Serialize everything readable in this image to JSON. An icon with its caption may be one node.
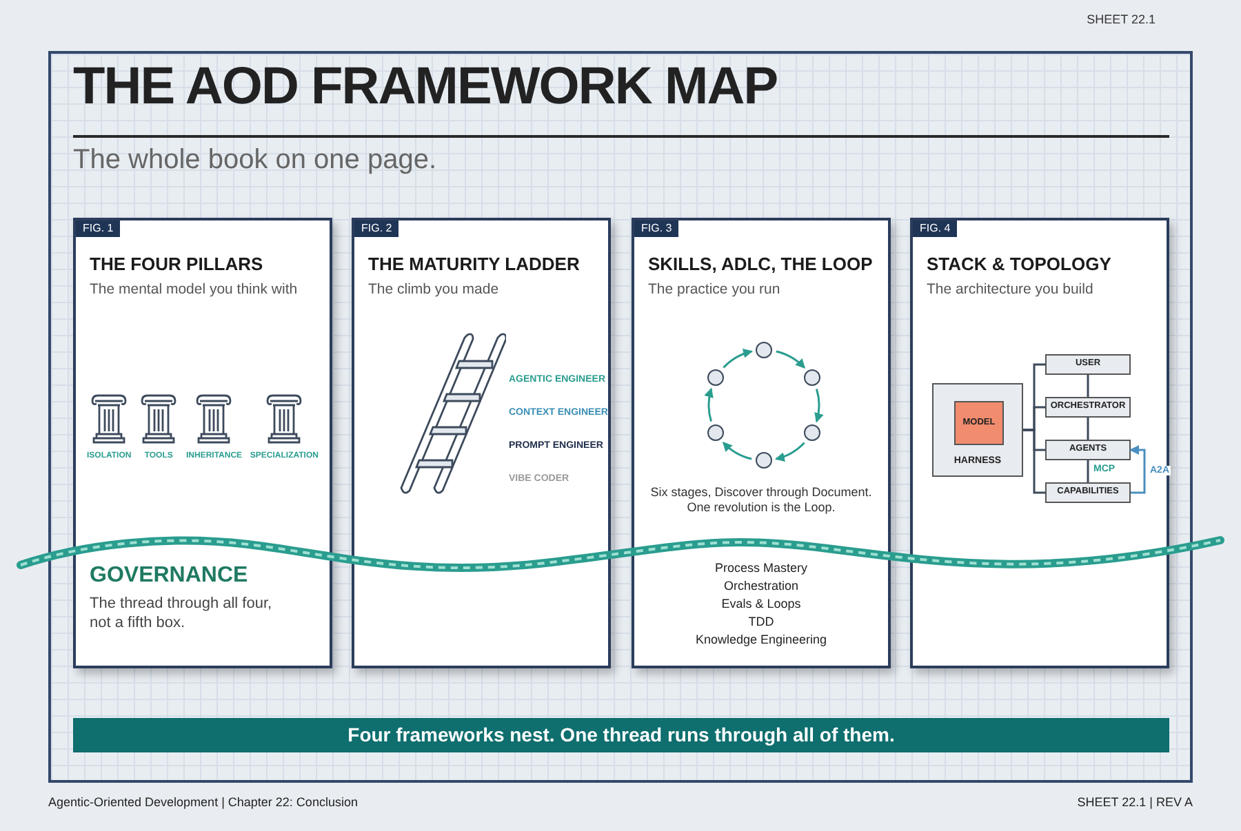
{
  "diagram": {
    "title": "THE AOD FRAMEWORK MAP",
    "caption": "Four frameworks nest. One thread runs through all of them.",
    "nodes": [
      {
        "text": [
          "FIG. 1",
          "THE FOUR PILLARS",
          "The mental model you think with",
          "GOVERNANCE",
          "The thread through all four, not a fifth box."
        ]
      },
      {
        "text": [
          "FIG. 2",
          "THE MATURITY LADDER",
          "The climb you made"
        ]
      },
      {
        "text": [
          "FIG. 3",
          "SKILLS, ADLC, THE LOOP",
          "The practice you run",
          "Six stages, Discover through Document. One revolution is the Loop.",
          "Process Mastery",
          "Orchestration",
          "Evals & Loops",
          "TDD",
          "Knowledge Engineering"
        ]
      },
      {
        "text": [
          "FIG. 4",
          "STACK & TOPOLOGY",
          "The architecture you build"
        ]
      },
      {
        "text": [],
        "shape": "circle",
        "in": 2
      },
      {
        "text": [],
        "shape": "circle",
        "in": 2
      },
      {
        "text": [],
        "shape": "circle",
        "in": 2
      },
      {
        "text": [],
        "shape": "circle",
        "in": 2
      },
      {
        "text": [],
        "shape": "circle",
        "in": 2
      },
      {
        "text": [],
        "shape": "circle",
        "in": 2
      },
      {
        "text": [
          "HARNESS"
        ],
        "in": 3
      },
      {
        "text": [
          "MODEL"
        ],
        "in": 10
      },
      {
        "text": [
          "USER"
        ],
        "in": 3
      },
      {
        "text": [
          "ORCHESTRATOR"
        ],
        "in": 3
      },
      {
        "text": [
          "AGENTS"
        ],
        "in": 3
      },
      {
        "text": [
          "CAPABILITIES"
        ],
        "in": 3
      }
    ],
    "edges": [
      {
        "from": 4,
        "to": 5,
        "arrow": "to",
        "color": "#2a9d8f"
      },
      {
        "from": 5,
        "to": 6,
        "arrow": "to",
        "color": "#2a9d8f"
      },
      {
        "from": 6,
        "to": 7,
        "arrow": "to",
        "color": "#2a9d8f"
      },
      {
        "from": 7,
        "to": 8,
        "arrow": "to",
        "color": "#2a9d8f"
      },
      {
        "from": 8,
        "to": 9,
        "arrow": "to",
        "color": "#2a9d8f"
      },
      {
        "from": 9,
        "to": 4,
        "arrow": "to",
        "color": "#2a9d8f"
      },
      {
        "from": 10,
        "to": 12,
        "arrow": "none"
      },
      {
        "from": 10,
        "to": 13,
        "arrow": "none"
      },
      {
        "from": 10,
        "to": 14,
        "arrow": "none"
      },
      {
        "from": 10,
        "to": 15,
        "arrow": "none"
      },
      {
        "from": 12,
        "to": 13,
        "arrow": "none"
      },
      {
        "from": 13,
        "to": 14,
        "arrow": "none"
      },
      {
        "from": 14,
        "to": 15,
        "arrow": "none",
        "label": "MCP"
      },
      {
        "from": 15,
        "to": 14,
        "arrow": "to",
        "label": "A2A",
        "color": "#4a8fbf"
      }
    ],
    "labels": [
      "The whole book on one page.",
      "SHEET 22.1",
      "ISOLATION",
      "TOOLS",
      "INHERITANCE",
      "SPECIALIZATION",
      "AGENTIC ENGINEER",
      "CONTEXT ENGINEER",
      "PROMPT ENGINEER",
      "VIBE CODER",
      "Agentic-Oriented Development | Chapter 22: Conclusion",
      "SHEET 22.1 | REV A"
    ]
  }
}
